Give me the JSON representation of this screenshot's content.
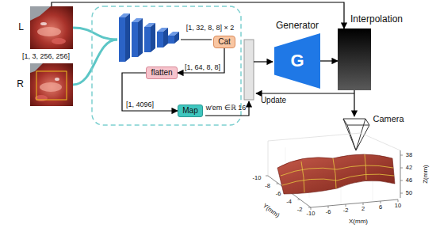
{
  "diagram": {
    "nodes": [
      {
        "text": [
          "L"
        ]
      },
      {
        "text": [
          "R"
        ]
      },
      {
        "text": [
          "Cat"
        ]
      },
      {
        "text": [
          "flatten"
        ]
      },
      {
        "text": [
          "Map"
        ]
      },
      {
        "text": [
          "Generator",
          "G"
        ]
      },
      {
        "text": [
          "Interpolation"
        ]
      }
    ],
    "edges": [
      {
        "from": 0,
        "to": 6,
        "arrow": "to"
      },
      {
        "from": 2,
        "to": 3,
        "label": "[1, 64, 8, 8]",
        "arrow": "to"
      },
      {
        "from": 3,
        "to": 4,
        "label": "[1, 4096]",
        "arrow": "to"
      },
      {
        "from": 5,
        "to": 6,
        "arrow": "to"
      }
    ],
    "labels": [
      "[1, 3, 256, 256]",
      "[1, 32, 8, 8] × 2",
      "w'em ∈ℝ 16",
      "Update",
      "Camera",
      "X(mm)",
      "Y(mm)",
      "Z(mm)",
      "-10",
      "-6",
      "-2",
      "2",
      "6",
      "10",
      "-10",
      "-8",
      "-6",
      "-4",
      "-2",
      "38",
      "42",
      "46",
      "50"
    ]
  }
}
